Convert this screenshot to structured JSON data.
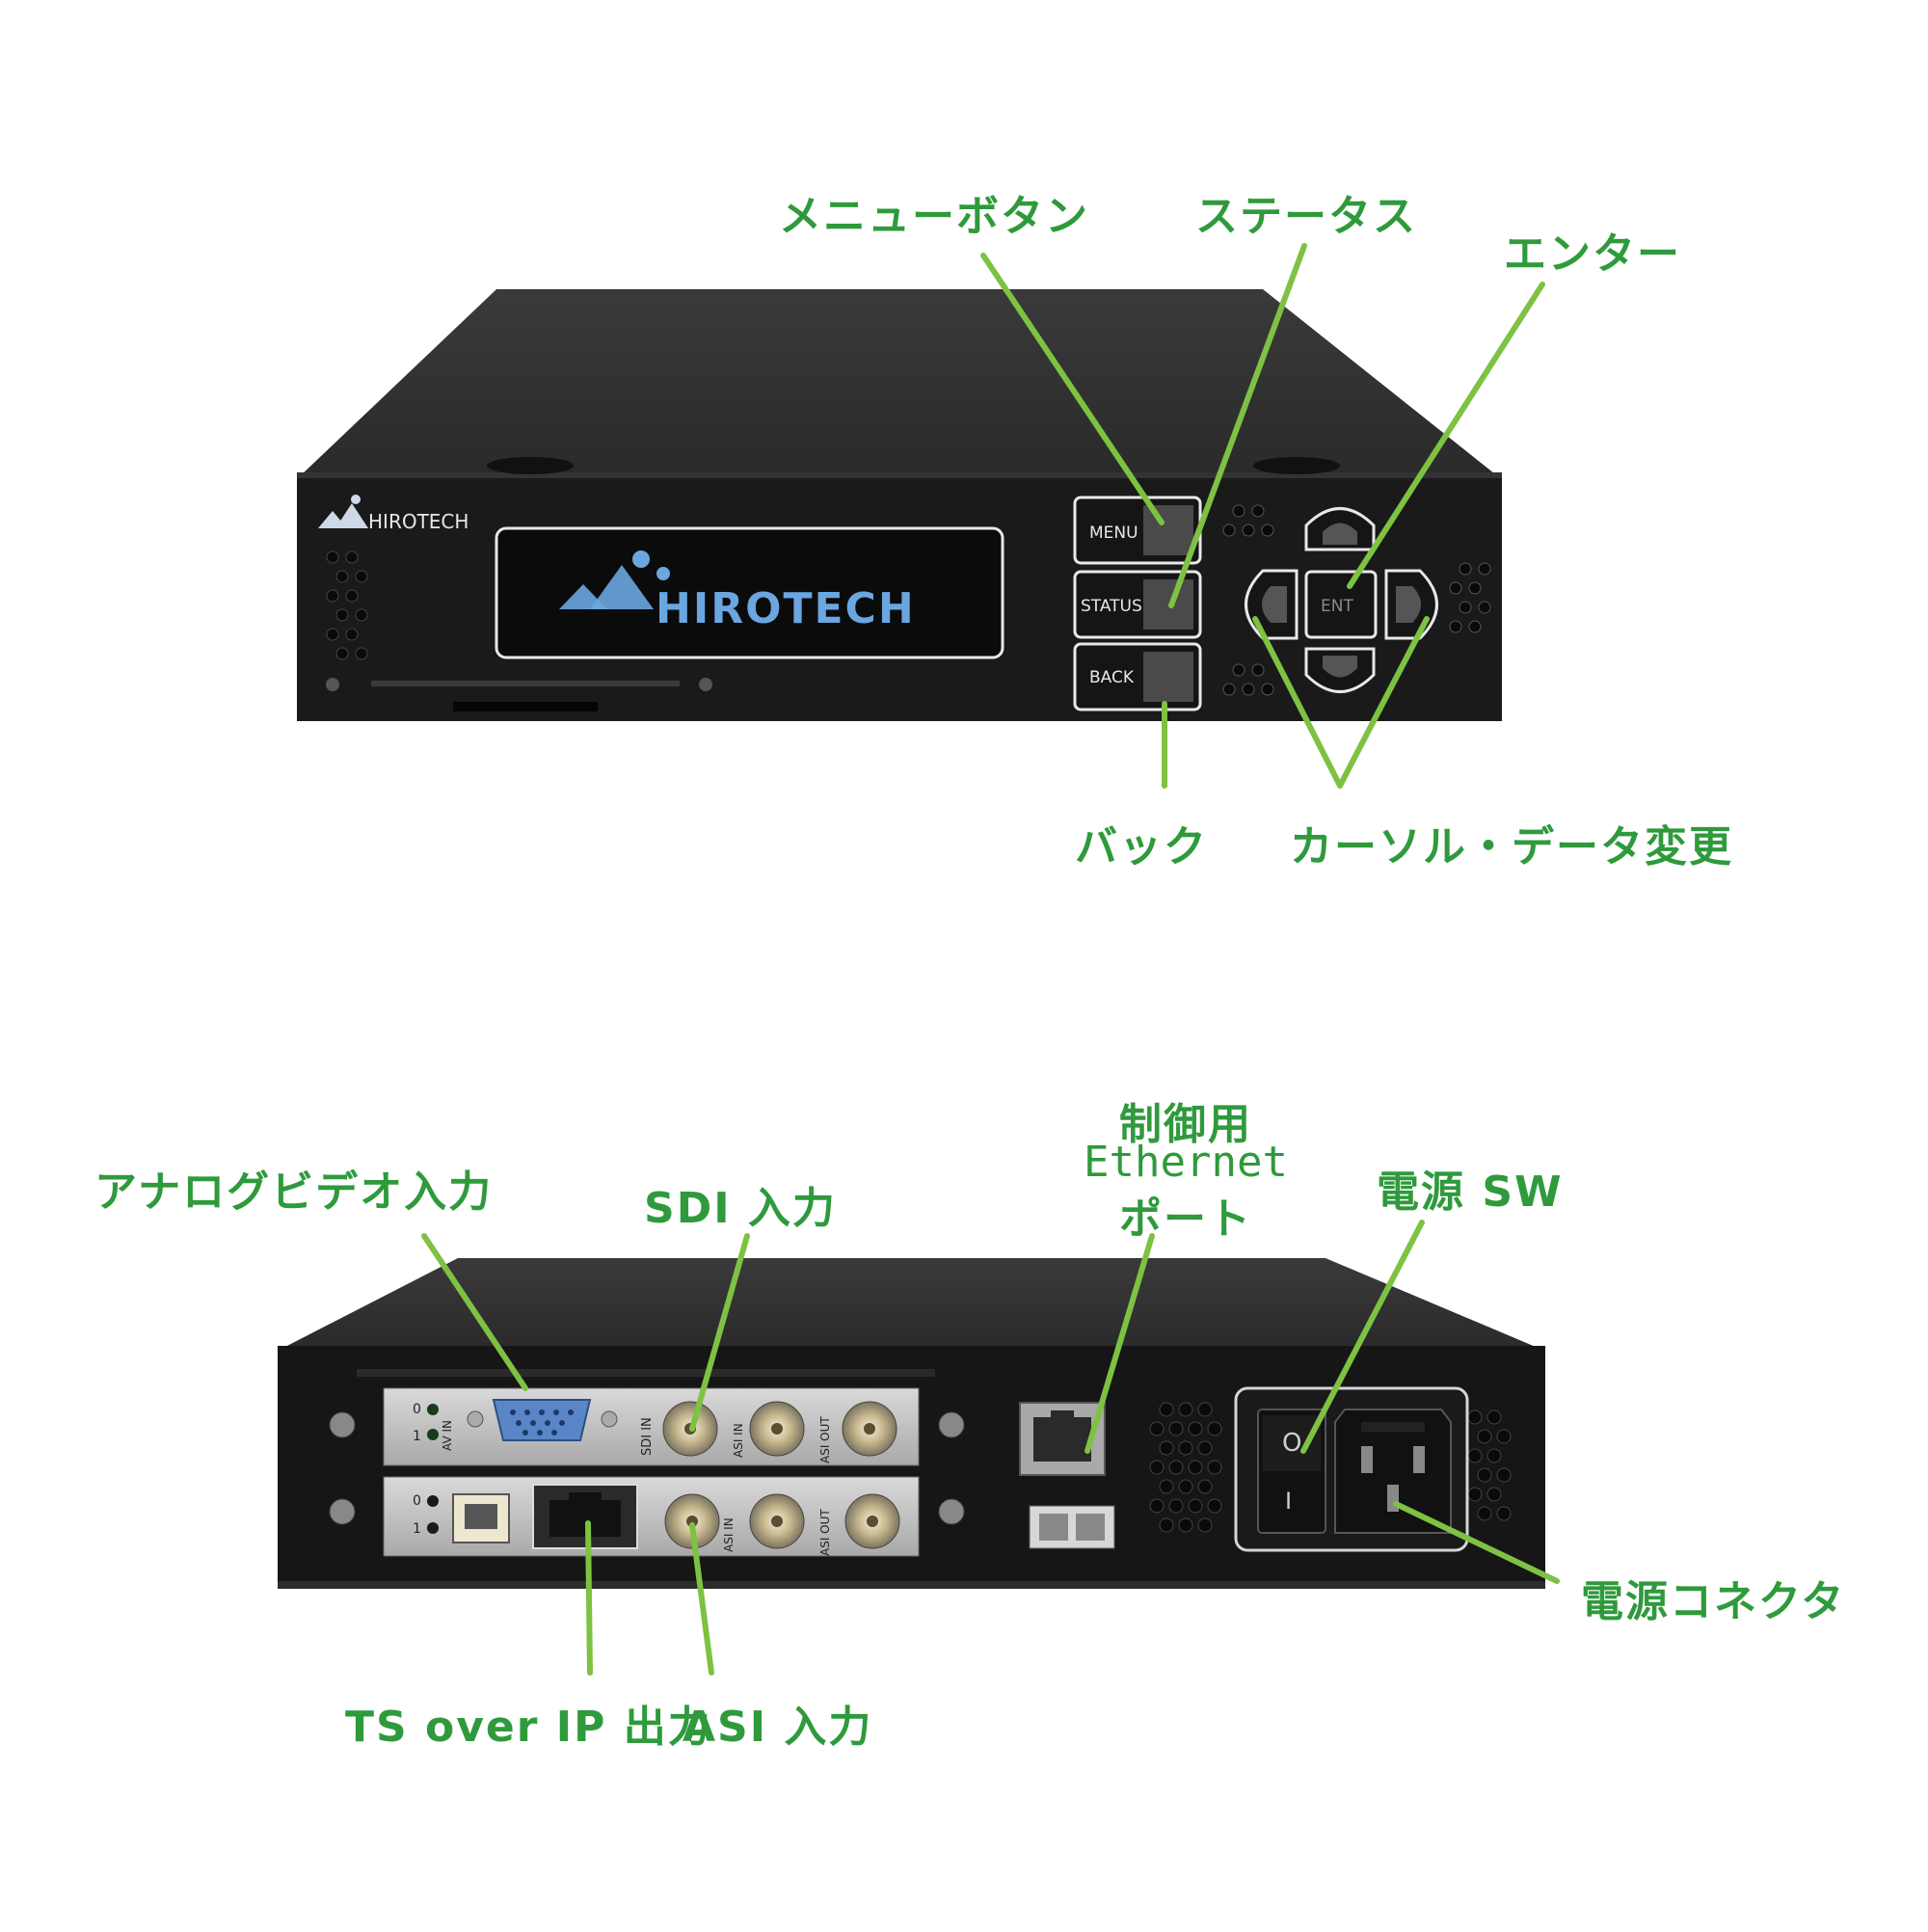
{
  "front": {
    "brand": "HIROTECH",
    "display_text": "HIROTECH",
    "buttons": {
      "menu": "MENU",
      "status": "STATUS",
      "back": "BACK",
      "enter": "ENT"
    }
  },
  "rear": {
    "card1": {
      "led_0": "0",
      "led_1": "1",
      "av_in": "AV IN",
      "sdi_in": "SDI IN",
      "asi_in": "ASI IN",
      "asi_out": "ASI OUT"
    },
    "card2": {
      "led_0": "0",
      "led_1": "1",
      "asi_in": "ASI IN",
      "asi_out": "ASI OUT"
    },
    "power_switch": {
      "on": "I",
      "off": "O"
    }
  },
  "callouts": {
    "menu_button": "メニューボタン",
    "status": "ステータス",
    "enter": "エンター",
    "back": "バック",
    "cursor_data": "カーソル・データ変更",
    "analog_video_in": "アナログビデオ入力",
    "sdi_in": "SDI 入力",
    "ethernet_line1": "制御用",
    "ethernet_line2": "Ethernet",
    "ethernet_line3": "ポート",
    "power_sw": "電源 SW",
    "power_connector": "電源コネクタ",
    "ts_over_ip": "TS over IP 出力",
    "asi_in": "ASI 入力"
  },
  "colors": {
    "callout_green": "#2f9a3c",
    "leader_line": "#7dc242",
    "chassis": "#1c1c1c",
    "display_text": "#6aa6e0"
  }
}
